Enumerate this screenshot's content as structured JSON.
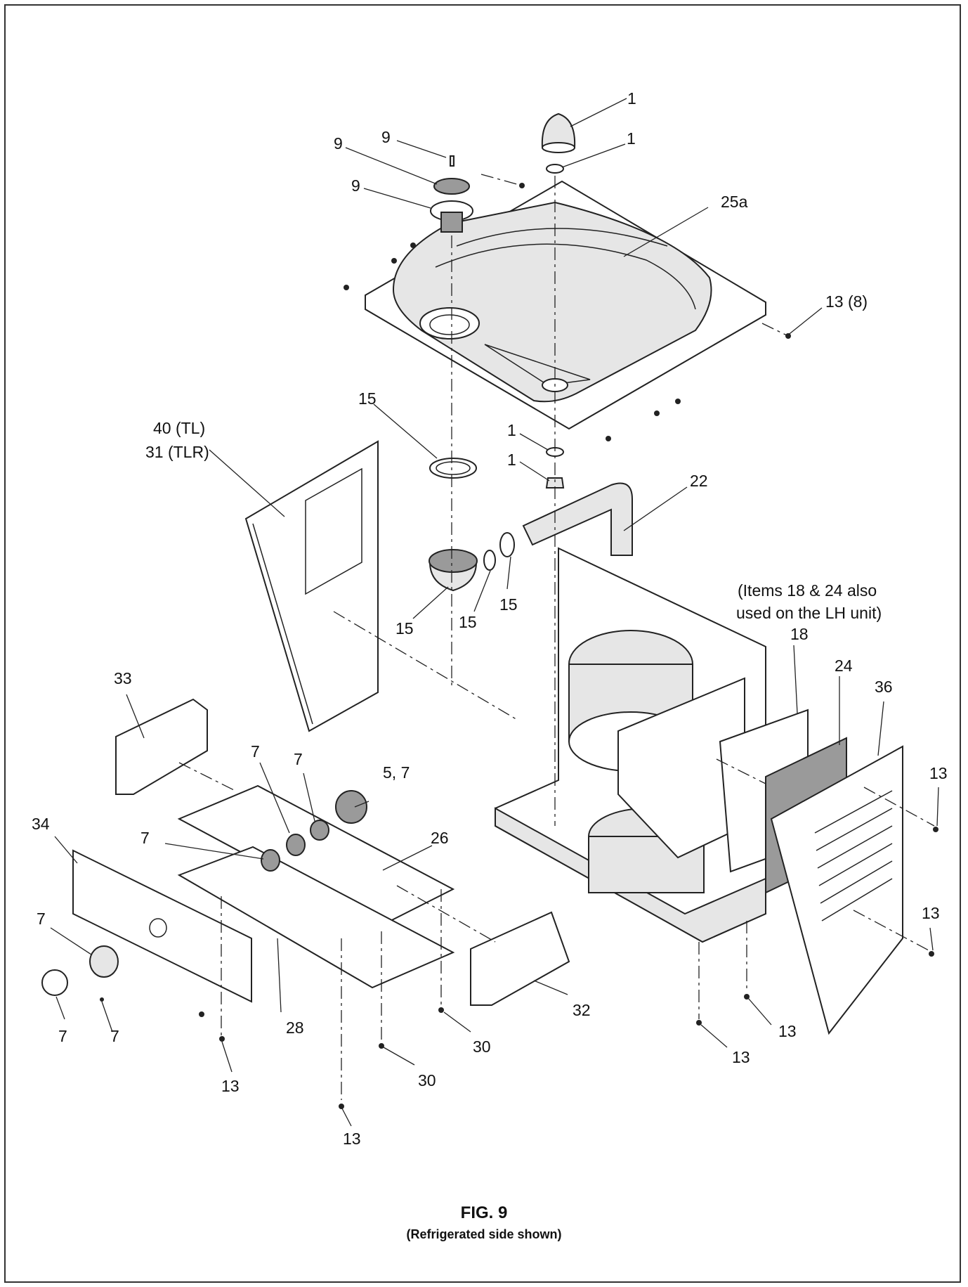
{
  "figure": {
    "title": "FIG. 9",
    "subtitle": "(Refrigerated side shown)"
  },
  "callouts": [
    {
      "id": "c1a",
      "text": "1"
    },
    {
      "id": "c1b",
      "text": "1"
    },
    {
      "id": "c9a",
      "text": "9"
    },
    {
      "id": "c9b",
      "text": "9"
    },
    {
      "id": "c9c",
      "text": "9"
    },
    {
      "id": "c25a",
      "text": "25a"
    },
    {
      "id": "c13_8",
      "text": "13 (8)"
    },
    {
      "id": "c15a",
      "text": "15"
    },
    {
      "id": "c40",
      "text": "40 (TL)"
    },
    {
      "id": "c31",
      "text": "31 (TLR)"
    },
    {
      "id": "c1c",
      "text": "1"
    },
    {
      "id": "c1d",
      "text": "1"
    },
    {
      "id": "c22",
      "text": "22"
    },
    {
      "id": "c15b",
      "text": "15"
    },
    {
      "id": "c15c",
      "text": "15"
    },
    {
      "id": "c15d",
      "text": "15"
    },
    {
      "id": "note1",
      "text": "(Items 18 & 24 also"
    },
    {
      "id": "note2",
      "text": "used on the LH unit)"
    },
    {
      "id": "c18",
      "text": "18"
    },
    {
      "id": "c24",
      "text": "24"
    },
    {
      "id": "c36",
      "text": "36"
    },
    {
      "id": "c33",
      "text": "33"
    },
    {
      "id": "c7a",
      "text": "7"
    },
    {
      "id": "c7b",
      "text": "7"
    },
    {
      "id": "c57",
      "text": "5, 7"
    },
    {
      "id": "c13a",
      "text": "13"
    },
    {
      "id": "c34",
      "text": "34"
    },
    {
      "id": "c7c",
      "text": "7"
    },
    {
      "id": "c26",
      "text": "26"
    },
    {
      "id": "c7d",
      "text": "7"
    },
    {
      "id": "c13b",
      "text": "13"
    },
    {
      "id": "c7e",
      "text": "7"
    },
    {
      "id": "c7f",
      "text": "7"
    },
    {
      "id": "c28",
      "text": "28"
    },
    {
      "id": "c32",
      "text": "32"
    },
    {
      "id": "c30a",
      "text": "30"
    },
    {
      "id": "c13c",
      "text": "13"
    },
    {
      "id": "c13d",
      "text": "13"
    },
    {
      "id": "c13e",
      "text": "13"
    },
    {
      "id": "c30b",
      "text": "30"
    },
    {
      "id": "c13f",
      "text": "13"
    }
  ]
}
